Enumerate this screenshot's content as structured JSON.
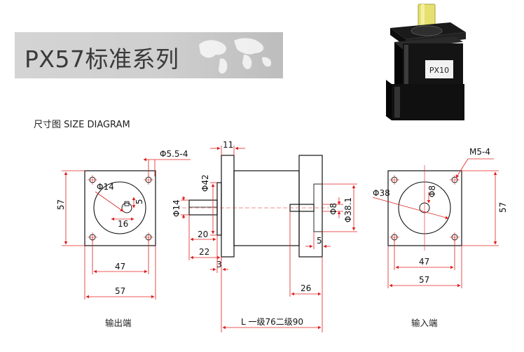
{
  "header": {
    "title": "PX57标准系列",
    "subtitle": "尺寸图 SIZE DIAGRAM",
    "product_label": "PX10"
  },
  "colors": {
    "dimension": "#e02020",
    "outline": "#111111",
    "banner": "#d0d0d0"
  },
  "output_view": {
    "caption": "输出端",
    "dims": {
      "hole_spec": "Φ5.5-4",
      "circle": "Φ14",
      "height": "57",
      "key_height": "5",
      "key_offset": "16",
      "bolt_spacing": "47",
      "width": "57"
    }
  },
  "side_view": {
    "dims": {
      "flange_thickness": "11",
      "pilot_dia": "Φ42",
      "shaft_dia": "Φ14",
      "shaft_len": "20",
      "shaft_total": "22",
      "pilot_len": "3",
      "input_len": "26",
      "input_dia": "Φ8",
      "input_pilot": "Φ38.1",
      "input_step": "5",
      "length": "L  一级76二级90"
    }
  },
  "input_view": {
    "caption": "输入端",
    "dims": {
      "hole_spec": "M5-4",
      "pcd": "Φ38",
      "bore": "Φ8",
      "height": "57",
      "bolt_spacing": "47",
      "width": "57"
    }
  }
}
